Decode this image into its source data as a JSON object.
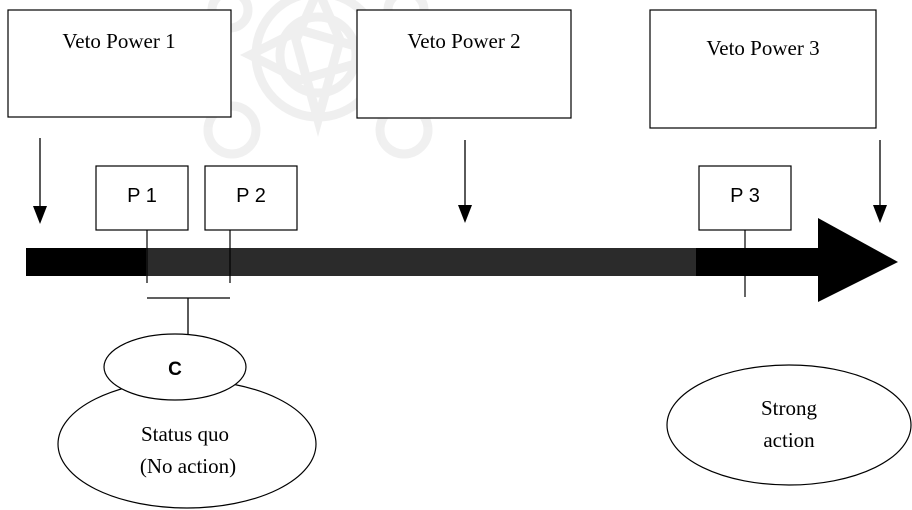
{
  "veto_boxes": [
    {
      "label": "Veto Power 1"
    },
    {
      "label": "Veto Power 2"
    },
    {
      "label": "Veto Power 3"
    }
  ],
  "players": [
    {
      "label": "P 1"
    },
    {
      "label": "P 2"
    },
    {
      "label": "P 3"
    }
  ],
  "coalition": {
    "label": "C"
  },
  "status_quo": {
    "line1": "Status quo",
    "line2": "(No action)"
  },
  "strong_action": {
    "line1": "Strong",
    "line2": "action"
  },
  "colors": {
    "arrow_dark": "#000000",
    "arrow_mid": "#2b2b2b",
    "stroke": "#000000",
    "watermark": "#e6e6e6"
  }
}
